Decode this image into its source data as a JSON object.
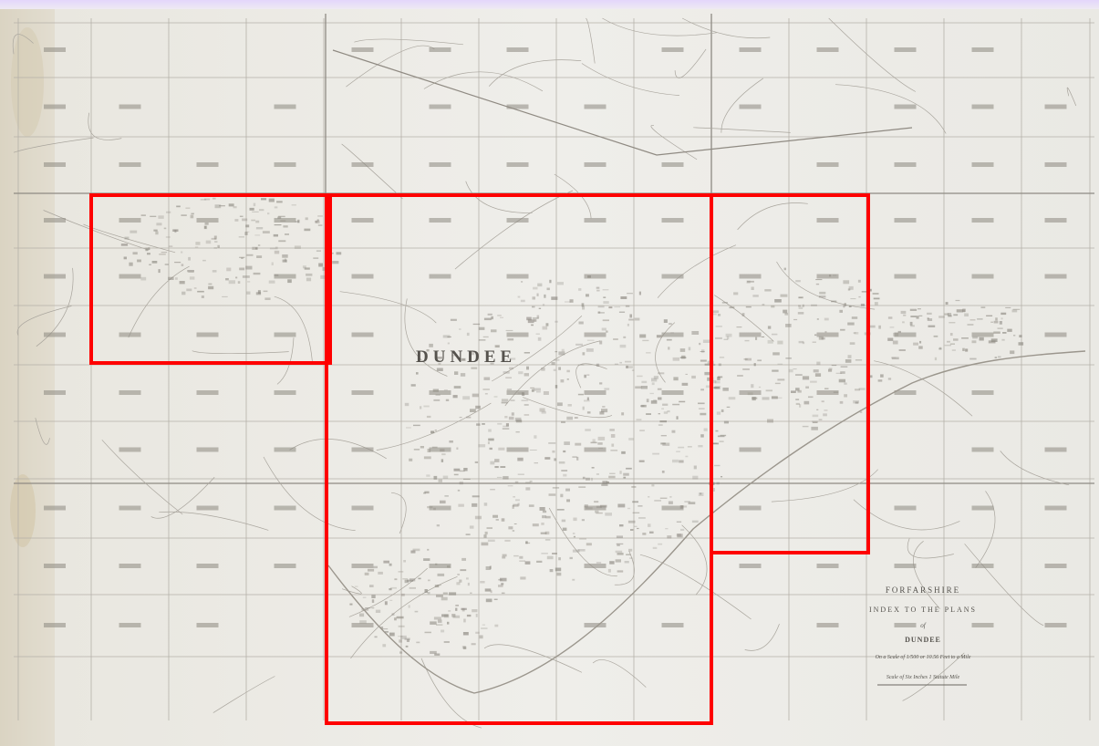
{
  "map": {
    "city_label": "DUNDEE",
    "title_block": {
      "line1": "FORFARSHIRE",
      "line2": "INDEX TO THE PLANS",
      "line3": "of",
      "line4": "DUNDEE",
      "line5": "On a Scale of 1/500 or 10.56 Feet to a Mile",
      "line6": "Scale of Six Inches 1 Statute Mile"
    },
    "colors": {
      "paper": "#ecebe6",
      "ink": "#6b6761",
      "highlight": "#ff0000",
      "top_band": "#e7defa"
    }
  }
}
